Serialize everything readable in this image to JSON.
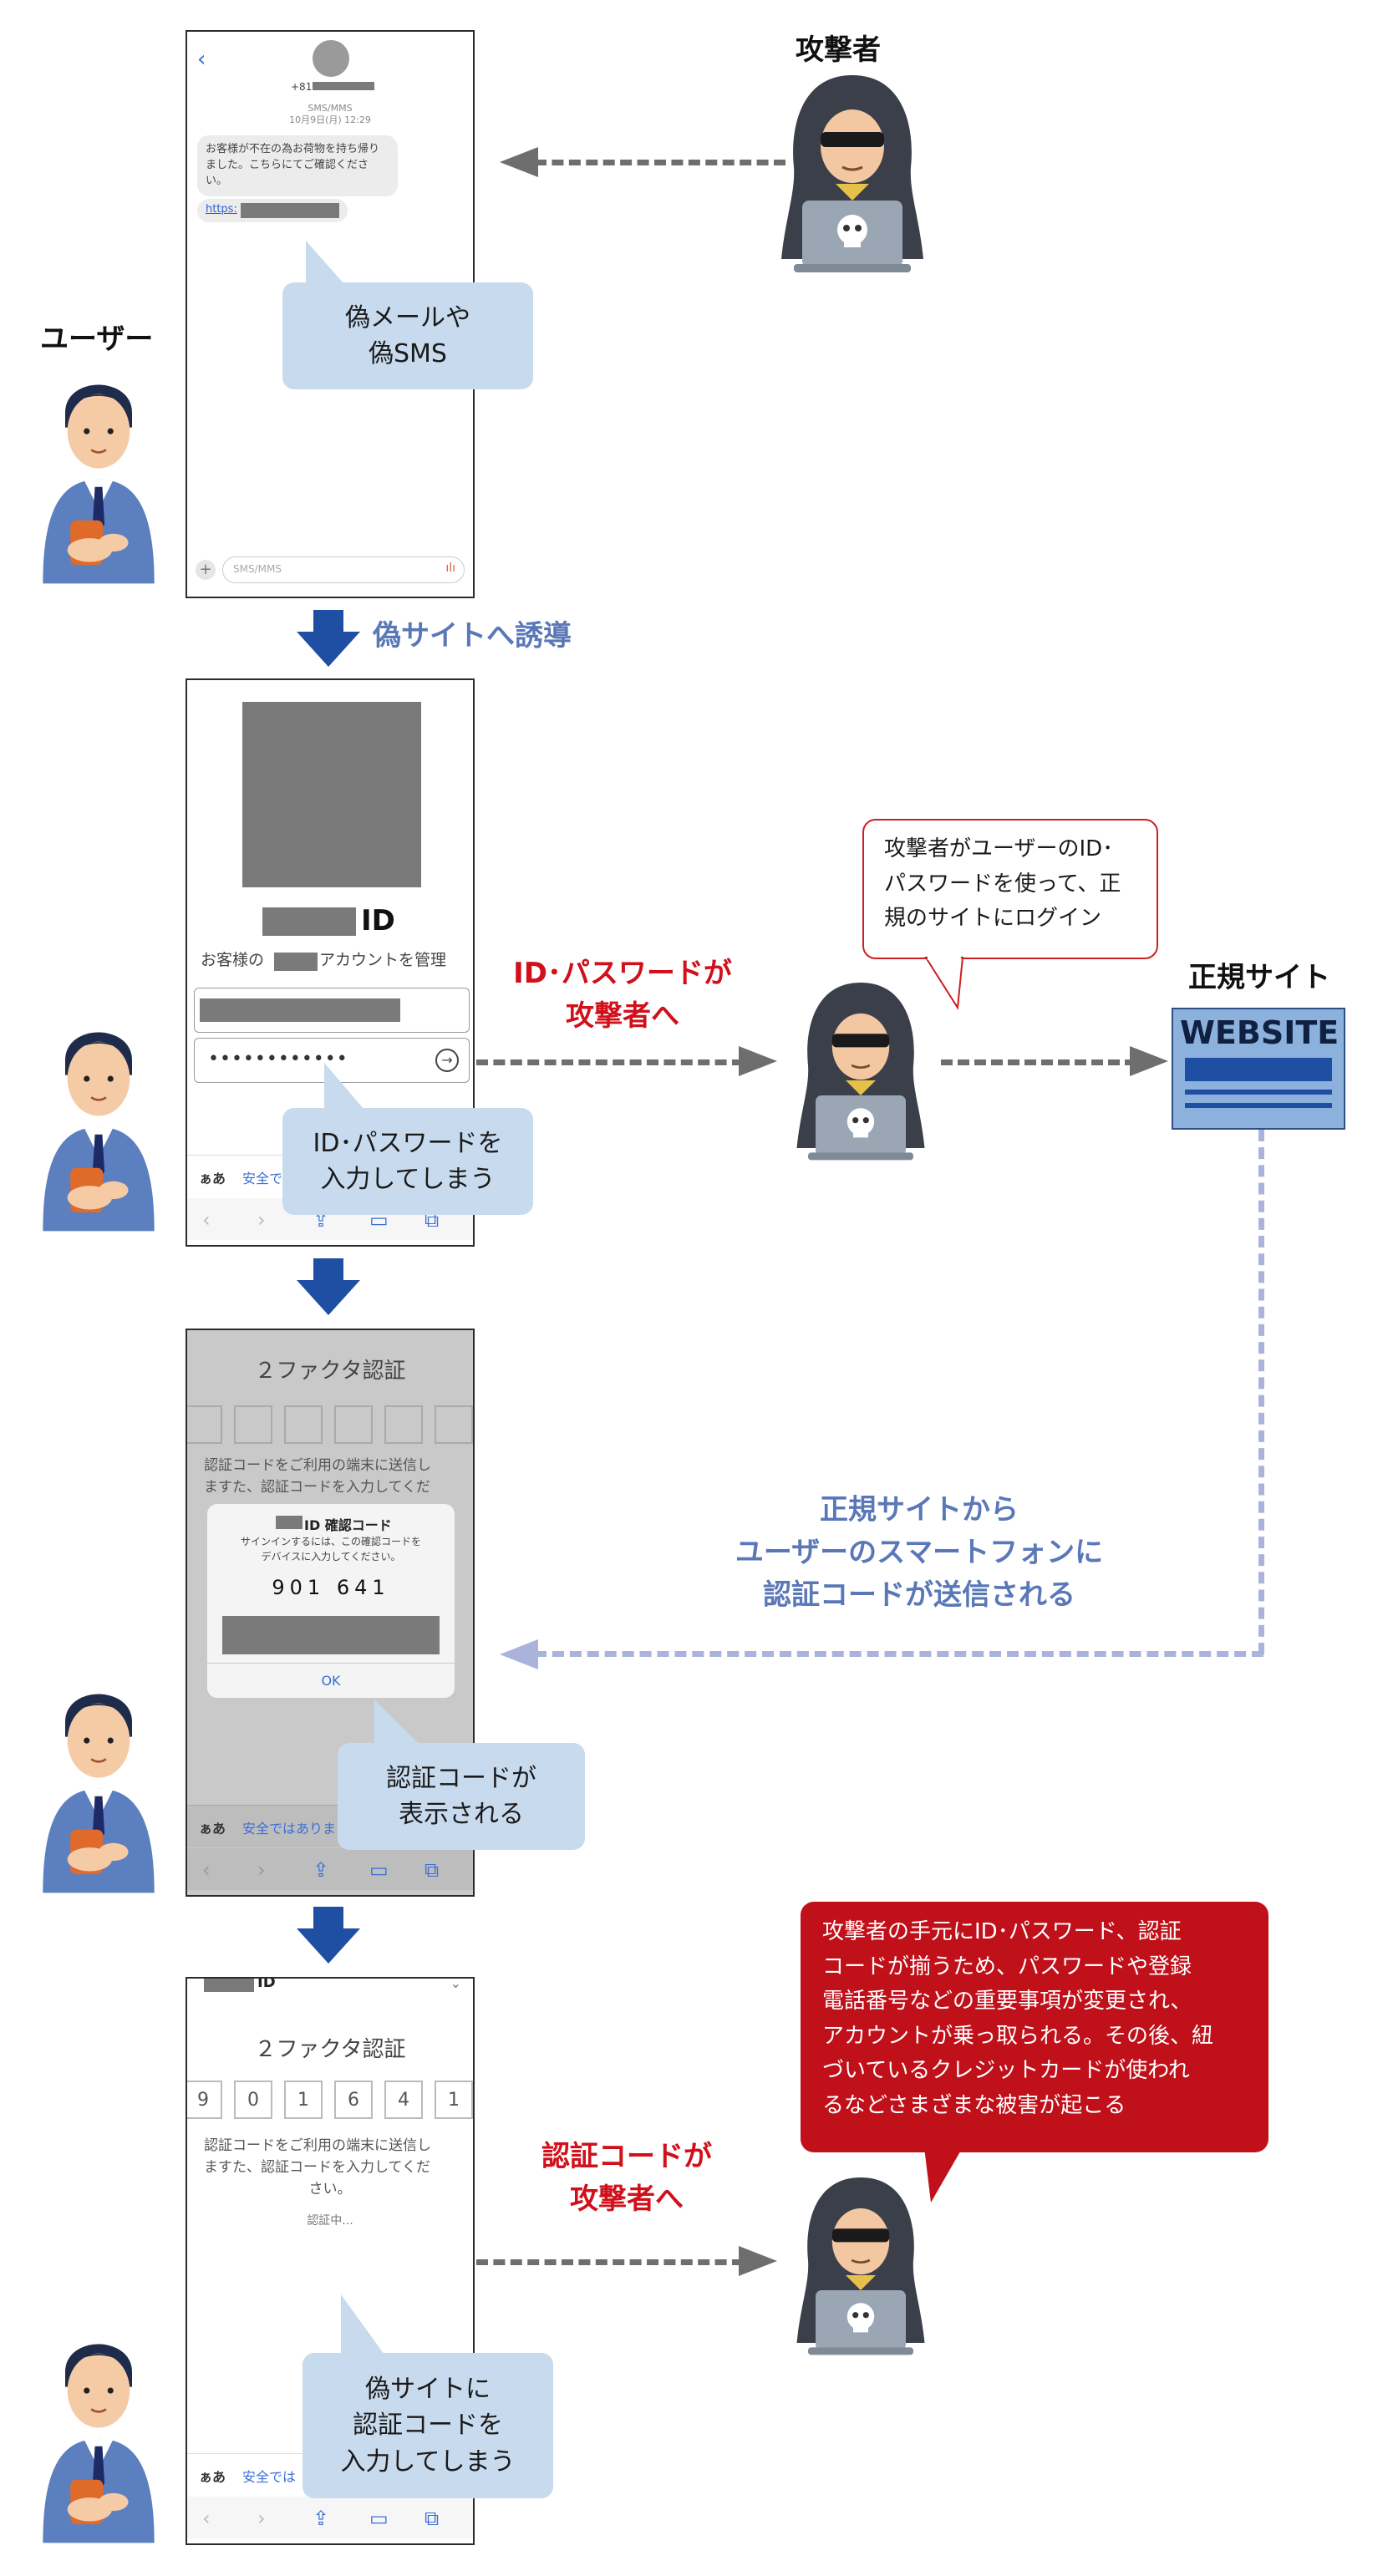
{
  "attacker_label": "攻撃者",
  "user_label": "ユーザー",
  "legit_site_label": "正規サイト",
  "website_sign": "WEBSITE",
  "step1": {
    "phone_number_prefix": "+81",
    "msg_type": "SMS/MMS",
    "msg_date": "10月9日(月) 12:29",
    "sms_body": "お客様が不在の為お荷物を持ち帰りました。こちらにてご確認ください。",
    "link_prefix": "https:",
    "input_placeholder": "SMS/MMS",
    "bubble_line1": "偽メールや",
    "bubble_line2": "偽SMS"
  },
  "arrow1_label": "偽サイトへ誘導",
  "step2": {
    "id_title": "ID",
    "account_text_prefix": "お客様の",
    "account_text_suffix": "アカウントを管理",
    "password_mask": "••••••••••••",
    "keyboard_left": "ぁあ",
    "keyboard_right": "安全で",
    "bubble_line1": "ID･パスワードを",
    "bubble_line2": "入力してしまう",
    "red_label_line1": "ID･パスワードが",
    "red_label_line2": "攻撃者へ",
    "attacker_speech_line1": "攻撃者がユーザーのID･",
    "attacker_speech_line2": "パスワードを使って、正",
    "attacker_speech_line3": "規のサイトにログイン"
  },
  "step3": {
    "title": "２ファクタ認証",
    "desc_line1": "認証コードをご利用の端末に送信し",
    "desc_line2": "ますた、認証コードを入力してくだ",
    "dialog_title": "ID 確認コード",
    "dialog_line1": "サインインするには、この確認コードを",
    "dialog_line2": "デバイスに入力してください。",
    "code": "901 641",
    "ok": "OK",
    "keyboard_left": "ぁあ",
    "keyboard_right": "安全ではありま",
    "bubble_line1": "認証コードが",
    "bubble_line2": "表示される",
    "blue_label_line1": "正規サイトから",
    "blue_label_line2": "ユーザーのスマートフォンに",
    "blue_label_line3": "認証コードが送信される"
  },
  "step4": {
    "id_title": "ID",
    "title": "２ファクタ認証",
    "digits": [
      "9",
      "0",
      "1",
      "6",
      "4",
      "1"
    ],
    "desc_line1": "認証コードをご利用の端末に送信し",
    "desc_line2": "ますた、認証コードを入力してくだ",
    "desc_line3": "さい。",
    "verifying": "認証中...",
    "keyboard_left": "ぁあ",
    "keyboard_right": "安全では",
    "bubble_line1": "偽サイトに",
    "bubble_line2": "認証コードを",
    "bubble_line3": "入力してしまう",
    "red_label_line1": "認証コードが",
    "red_label_line2": "攻撃者へ",
    "warning_line1": "攻撃者の手元にID･パスワード、認証",
    "warning_line2": "コードが揃うため、パスワードや登録",
    "warning_line3": "電話番号などの重要事項が変更され、",
    "warning_line4": "アカウントが乗っ取られる。その後、紐",
    "warning_line5": "づいているクレジットカードが使われ",
    "warning_line6": "るなどさまざまな被害が起こる"
  },
  "colors": {
    "accent_blue": "#1e4fa3",
    "label_blue": "#5a78b8",
    "danger_red": "#c0101a",
    "bubble_blue": "#c8dbee",
    "website_blue": "#8db1dd",
    "dash_gray": "#6e6e6e",
    "dash_lavender": "#a9b3dc"
  }
}
